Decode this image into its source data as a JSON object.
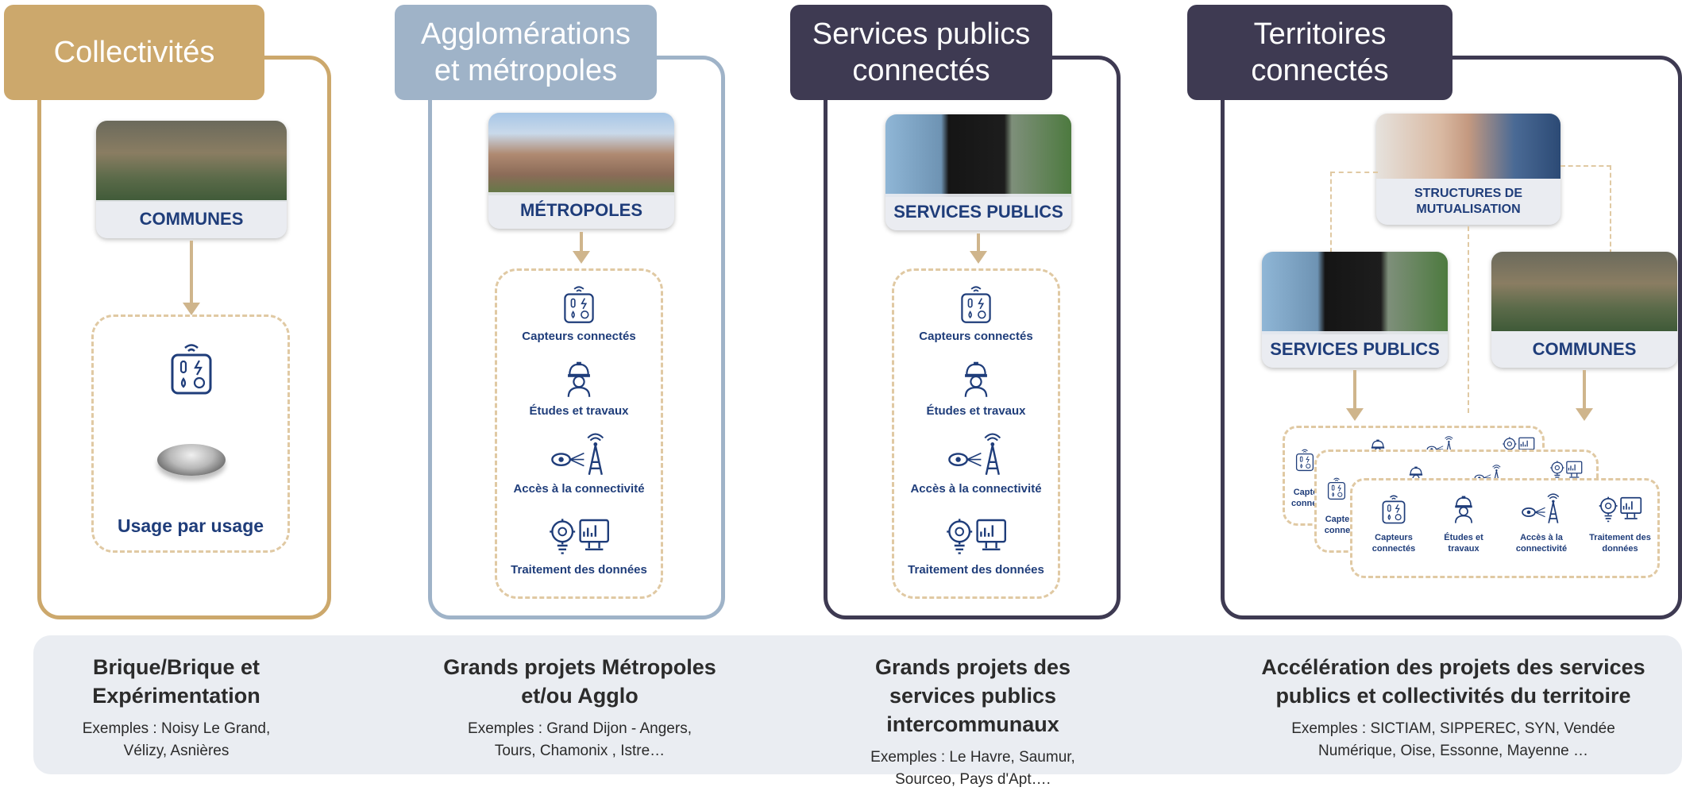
{
  "columns": [
    {
      "tab": "Collectivités",
      "photo_caption": "COMMUNES",
      "usage_label": "Usage par usage",
      "summary_title": "Brique/Brique et Expérimentation",
      "summary_examples": "Exemples : Noisy Le Grand, Vélizy, Asnières"
    },
    {
      "tab": "Agglomérations et métropoles",
      "photo_caption": "MÉTROPOLES",
      "items": [
        "Capteurs connectés",
        "Études et travaux",
        "Accès à la connectivité",
        "Traitement des données"
      ],
      "summary_title": "Grands projets Métropoles et/ou Agglo",
      "summary_examples": "Exemples : Grand Dijon - Angers, Tours, Chamonix , Istre…"
    },
    {
      "tab": "Services publics connectés",
      "photo_caption": "SERVICES PUBLICS",
      "items": [
        "Capteurs connectés",
        "Études et travaux",
        "Accès à la connectivité",
        "Traitement des données"
      ],
      "summary_title": "Grands projets des services publics intercommunaux",
      "summary_examples": "Exemples : Le Havre, Saumur, Sourceo, Pays d'Apt…."
    },
    {
      "tab": "Territoires connectés",
      "top_photo_caption": "STRUCTURES DE MUTUALISATION",
      "left_photo_caption": "SERVICES PUBLICS",
      "right_photo_caption": "COMMUNES",
      "mini_items": [
        "Capteurs connectés",
        "Études et travaux",
        "Accès à la connectivité",
        "Traitement des données"
      ],
      "mini_partial_a": "Capte connec",
      "mini_partial_b": "Capte conne",
      "summary_title": "Accélération des projets des services publics et collectivités du territoire",
      "summary_examples": "Exemples : SICTIAM, SIPPEREC, SYN, Vendée Numérique, Oise, Essonne, Mayenne …"
    }
  ],
  "colors": {
    "gold": "#cca86c",
    "slate_blue": "#9fb3c8",
    "dark_purple": "#3e3a52",
    "text_blue": "#1f3d7a",
    "dash": "#e0c9a3"
  }
}
